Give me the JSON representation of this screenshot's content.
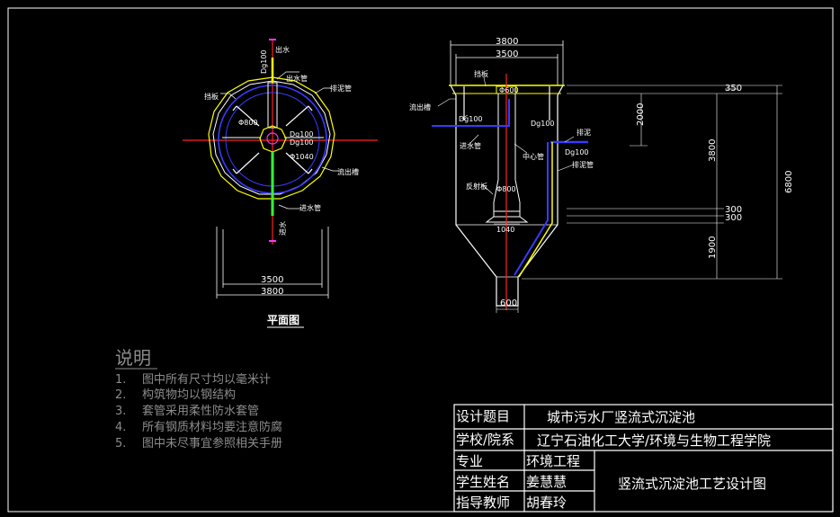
{
  "plan": {
    "title": "平面图",
    "labels": {
      "outlet_top": "出水",
      "dg100_vertical": "Dg100",
      "outlet_pipe": "出水管",
      "baffle": "挡板",
      "sludge_pipe": "排泥管",
      "d_4800": "Φ800",
      "dg100_a": "Dg100",
      "dg100_b": "Dg100",
      "d_1040": "Φ1040",
      "weir": "流出槽",
      "inlet_pipe": "进水管",
      "inlet_bottom": "进水"
    },
    "dims": {
      "inner": "3500",
      "outer": "3800"
    }
  },
  "section": {
    "dims": {
      "top_outer": "3800",
      "top_inner": "3500",
      "right_350": "350",
      "right_2000": "2000",
      "right_3800": "3800",
      "right_6800": "6800",
      "right_300a": "300",
      "right_300b": "300",
      "right_1900": "1900",
      "pipe_600": "Φ600",
      "reflector_800": "Φ800",
      "bottom_1040": "1040",
      "base_600": "600"
    },
    "labels": {
      "baffle": "挡板",
      "weir": "流出槽",
      "dg100_left": "Dg100",
      "inlet_pipe": "进水管",
      "center_pipe": "中心管",
      "reflector": "反射板",
      "dg100_mid": "Dg100",
      "sludge": "排泥",
      "dg100_right": "Dg100",
      "sludge_pipe": "排泥管"
    }
  },
  "notes": {
    "title": "说明",
    "items": [
      {
        "num": "1.",
        "text": "图中所有尺寸均以毫米计"
      },
      {
        "num": "2.",
        "text": "构筑物均以钢结构"
      },
      {
        "num": "3.",
        "text": "套管采用柔性防水套管"
      },
      {
        "num": "4.",
        "text": "所有钢质材料均要注意防腐"
      },
      {
        "num": "5.",
        "text": "图中未尽事宜参照相关手册"
      }
    ]
  },
  "title_block": {
    "design_topic_label": "设计题目",
    "design_topic_value": "城市污水厂竖流式沉淀池",
    "school_label": "学校/院系",
    "school_value": "辽宁石油化工大学/环境与生物工程学院",
    "major_label": "专业",
    "major_value": "环境工程",
    "student_label": "学生姓名",
    "student_value": "姜慧慧",
    "advisor_label": "指导教师",
    "advisor_value": "胡春玲",
    "drawing_title": "竖流式沉淀池工艺设计图"
  },
  "colors": {
    "background": "#000000",
    "outline": "#ffff00",
    "blue_pipe": "#3a3aff",
    "center_red": "#ff2020",
    "magenta": "#ff33ff",
    "green": "#33ff33",
    "white": "#ffffff",
    "note_gray": "#8c8c8c"
  }
}
